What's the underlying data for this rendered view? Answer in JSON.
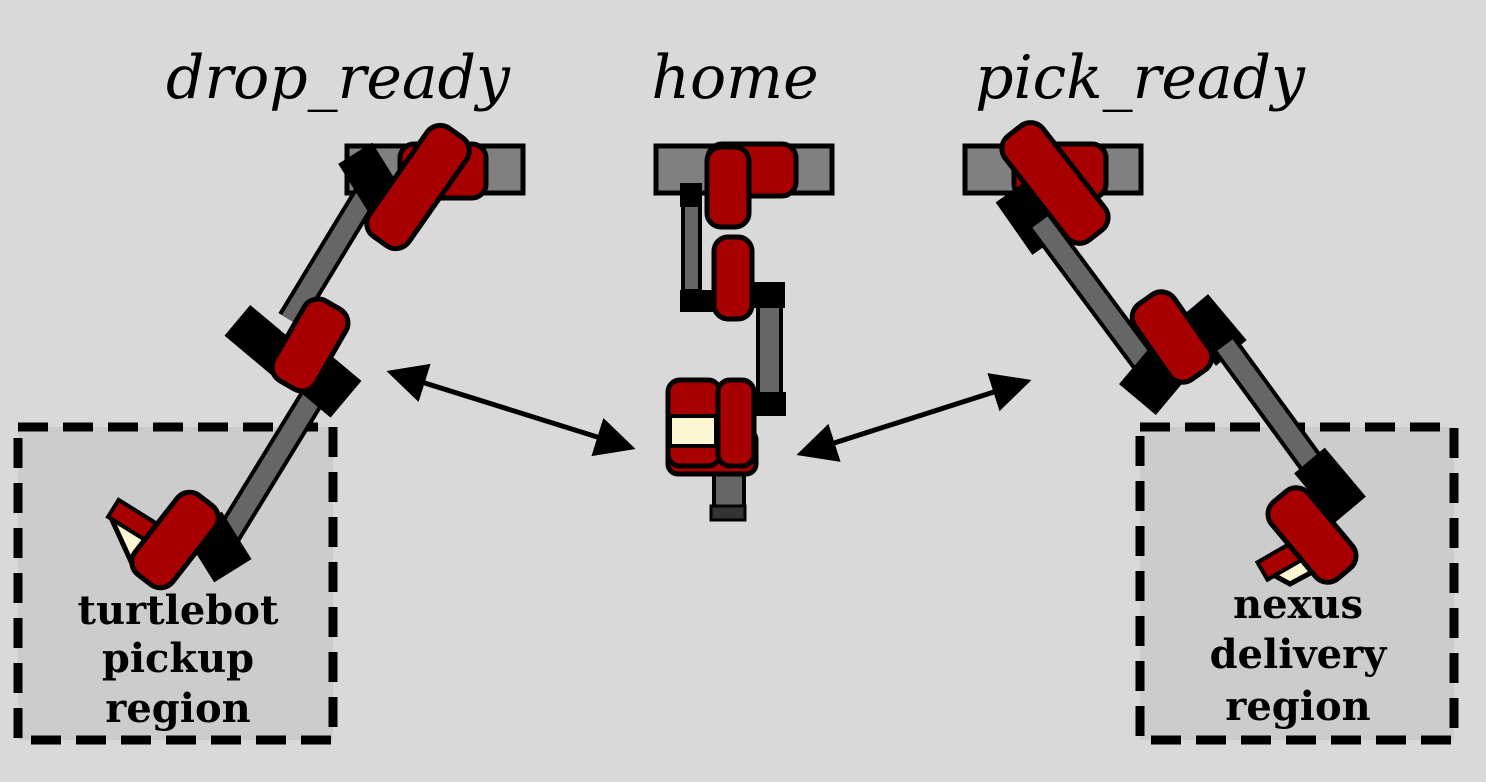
{
  "poses": {
    "drop_ready": "drop_ready",
    "home": "home",
    "pick_ready": "pick_ready"
  },
  "regions": {
    "turtlebot": [
      "turtlebot",
      "pickup",
      "region"
    ],
    "nexus": [
      "nexus",
      "delivery",
      "region"
    ]
  },
  "colors": {
    "background": "#d9d9d9",
    "link_red": "#a80000",
    "arm_gray": "#666666",
    "base_gray": "#808080",
    "joint_black": "#000000",
    "gripper_cream": "#fdf6d2",
    "region_fill": "#cccccc"
  }
}
